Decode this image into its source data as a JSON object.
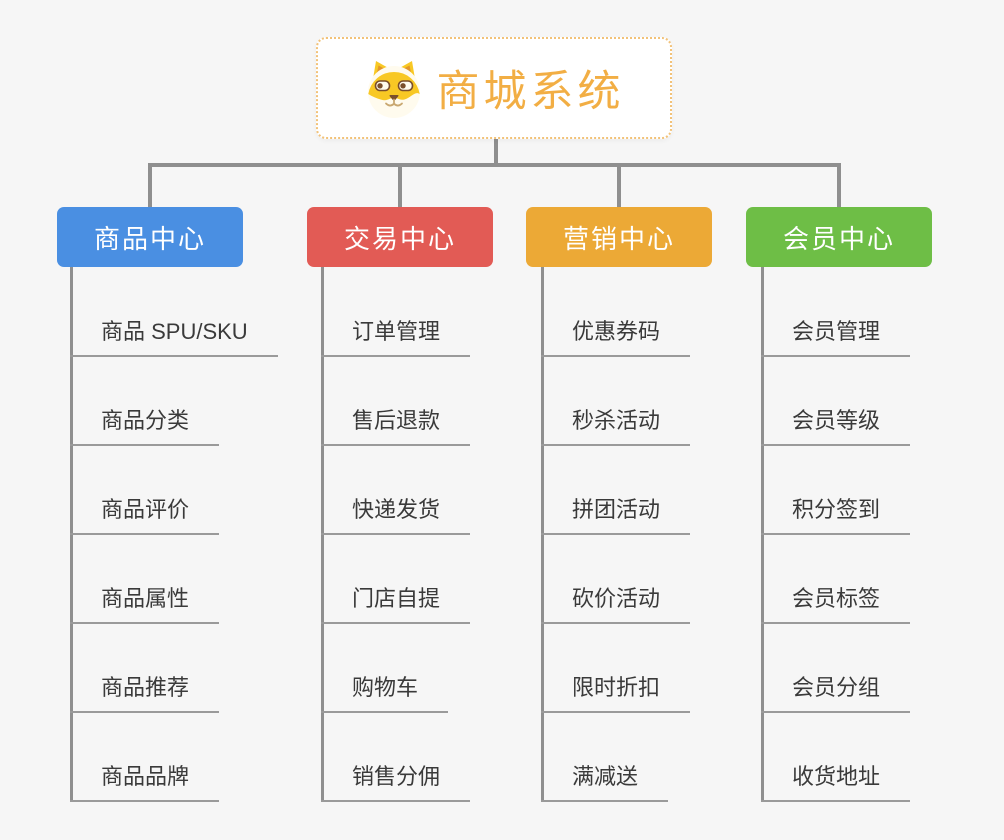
{
  "root": {
    "title": "商城系统",
    "icon": "dog-icon",
    "title_color": "#F2AE44",
    "border_color": "#F2C279"
  },
  "branches": [
    {
      "name": "product-center",
      "label": "商品中心",
      "color": "#4A8FE2",
      "children": [
        "商品 SPU/SKU",
        "商品分类",
        "商品评价",
        "商品属性",
        "商品推荐",
        "商品品牌"
      ]
    },
    {
      "name": "trade-center",
      "label": "交易中心",
      "color": "#E25B55",
      "children": [
        "订单管理",
        "售后退款",
        "快递发货",
        "门店自提",
        "购物车",
        "销售分佣"
      ]
    },
    {
      "name": "marketing-center",
      "label": "营销中心",
      "color": "#ECA936",
      "children": [
        "优惠券码",
        "秒杀活动",
        "拼团活动",
        "砍价活动",
        "限时折扣",
        "满减送"
      ]
    },
    {
      "name": "member-center",
      "label": "会员中心",
      "color": "#6EBE46",
      "children": [
        "会员管理",
        "会员等级",
        "积分签到",
        "会员标签",
        "会员分组",
        "收货地址"
      ]
    }
  ],
  "colors": {
    "background": "#F6F6F6",
    "connector": "#8F8F8F",
    "leaf_underline": "#9A9A9A",
    "leaf_text": "#3A3A3A"
  }
}
